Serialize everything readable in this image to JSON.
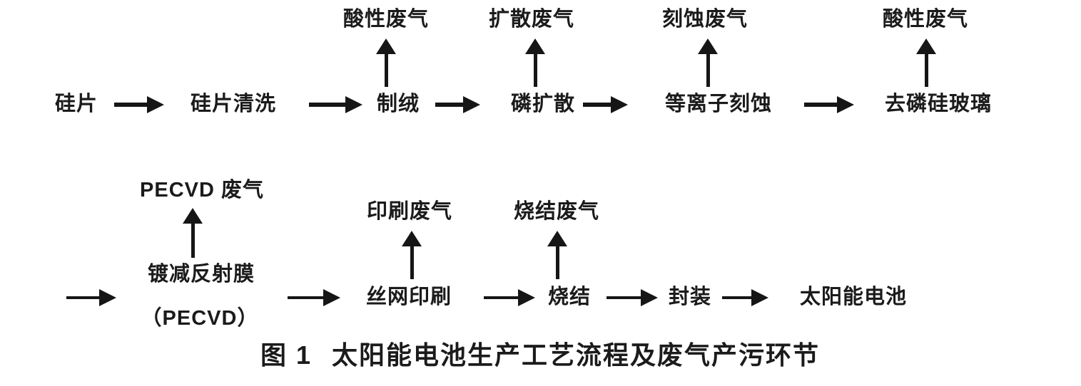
{
  "figure": {
    "caption_label": "图 1",
    "caption_text": "太阳能电池生产工艺流程及废气产污环节"
  },
  "colors": {
    "background": "#ffffff",
    "text": "#1b1b1b",
    "arrow": "#161616"
  },
  "flow": {
    "row1": {
      "steps": [
        {
          "label": "硅片"
        },
        {
          "label": "硅片清洗"
        },
        {
          "label": "制绒",
          "emission": "酸性废气"
        },
        {
          "label": "磷扩散",
          "emission": "扩散废气"
        },
        {
          "label": "等离子刻蚀",
          "emission": "刻蚀废气"
        },
        {
          "label": "去磷硅玻璃",
          "emission": "酸性废气"
        }
      ]
    },
    "row2": {
      "steps": [
        {
          "label": "镀减反射膜",
          "label_line2": "（PECVD）",
          "emission": "PECVD 废气"
        },
        {
          "label": "丝网印刷",
          "emission": "印刷废气"
        },
        {
          "label": "烧结",
          "emission": "烧结废气"
        },
        {
          "label": "封装"
        },
        {
          "label": "太阳能电池"
        }
      ]
    }
  }
}
